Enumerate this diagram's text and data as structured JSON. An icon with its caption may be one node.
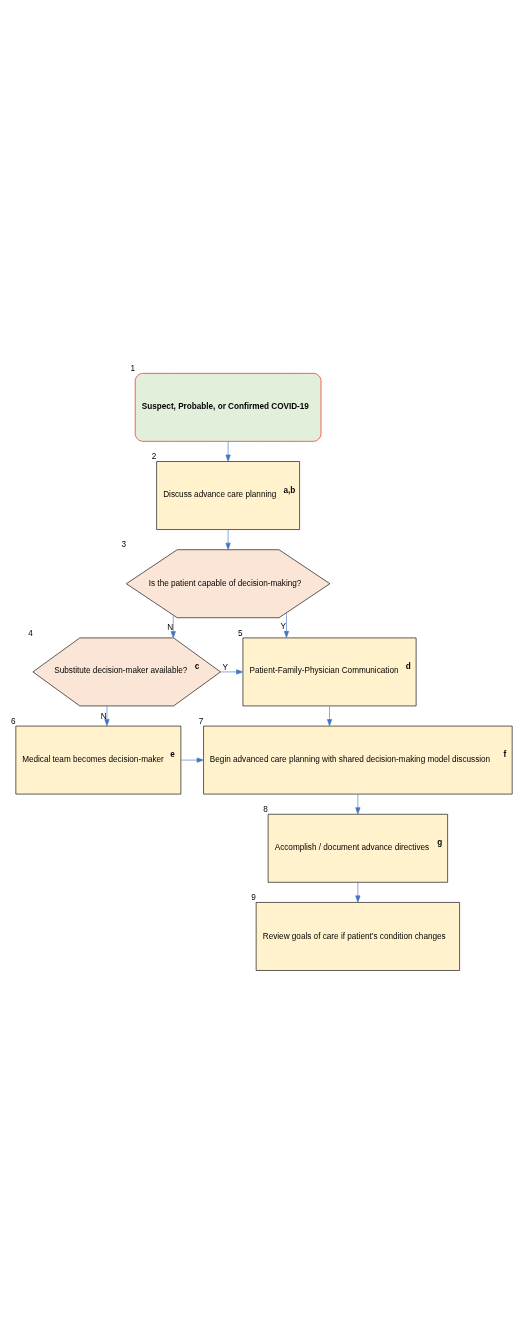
{
  "diagram": {
    "nodes": [
      {
        "text": [
          "Suspect, Probable, or Confirmed COVID-19"
        ],
        "beside": [
          "1"
        ]
      },
      {
        "text": [
          "Discuss advance care planning $^{a,b}$"
        ],
        "beside": [
          "2"
        ]
      },
      {
        "text": [
          "Is the patient capable of decision-making?"
        ],
        "beside": [
          "3"
        ]
      },
      {
        "text": [
          "Substitute decision-maker available? $^{c}$"
        ],
        "beside": [
          "4"
        ]
      },
      {
        "text": [
          "Patient-Family-Physician Communication $^{d}$"
        ],
        "beside": [
          "5"
        ]
      },
      {
        "text": [
          "Medical team becomes decision-maker $^{e}$"
        ],
        "beside": [
          "6"
        ]
      },
      {
        "text": [
          "Begin advanced care planning with shared decision-making model discussion $^{f}$"
        ],
        "beside": [
          "7"
        ]
      },
      {
        "text": [
          "Accomplish / document advance directives $^{g}$"
        ],
        "beside": [
          "8"
        ]
      },
      {
        "text": [
          "Review goals of care if patient’s condition changes"
        ],
        "beside": [
          "9"
        ]
      }
    ],
    "edges": [
      {
        "from": 0,
        "to": 1,
        "arrow": "to"
      },
      {
        "from": 1,
        "to": 2,
        "arrow": "to"
      },
      {
        "from": 2,
        "to": 4,
        "arrow": "to",
        "label": "Y"
      },
      {
        "from": 2,
        "to": 3,
        "arrow": "to",
        "label": "N"
      },
      {
        "from": 3,
        "to": 4,
        "arrow": "to",
        "label": "Y"
      },
      {
        "from": 3,
        "to": 5,
        "arrow": "to",
        "label": "N"
      },
      {
        "from": 4,
        "to": 6,
        "arrow": "to"
      },
      {
        "from": 5,
        "to": 6,
        "arrow": "to"
      },
      {
        "from": 6,
        "to": 7,
        "arrow": "to"
      },
      {
        "from": 7,
        "to": 8,
        "arrow": "to"
      }
    ]
  }
}
